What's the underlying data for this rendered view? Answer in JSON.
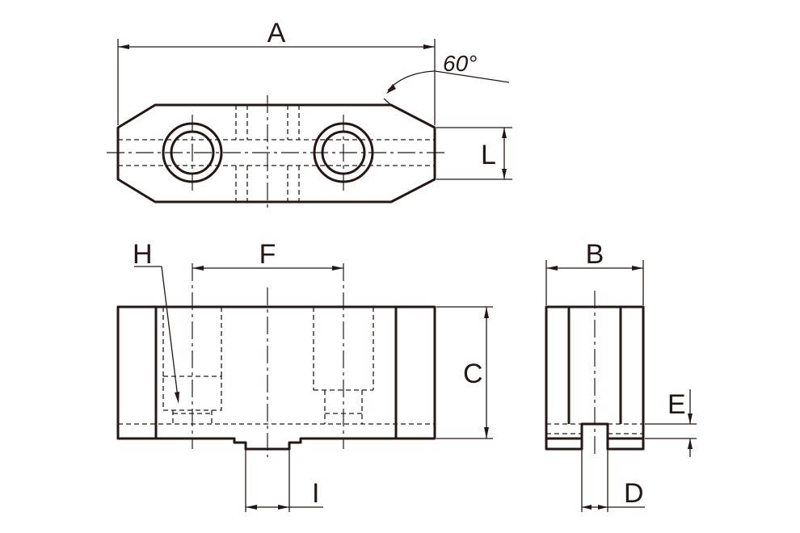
{
  "labels": {
    "A": "A",
    "angle": "60°",
    "L": "L",
    "H": "H",
    "F": "F",
    "C": "C",
    "I": "I",
    "B": "B",
    "E": "E",
    "D": "D"
  },
  "colors": {
    "line": "#231815",
    "background": "#ffffff"
  }
}
